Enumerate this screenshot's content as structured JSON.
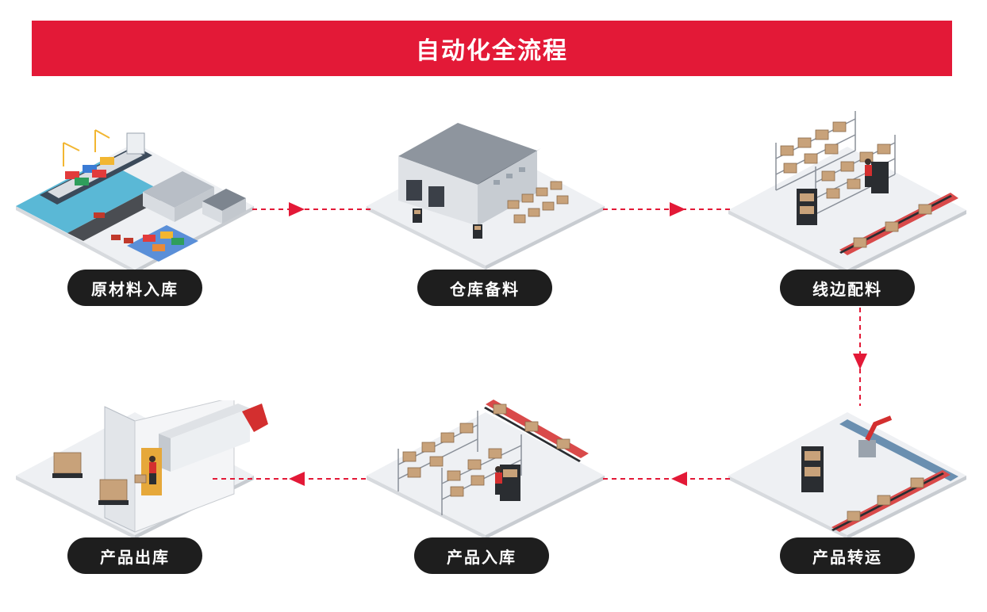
{
  "title": "自动化全流程",
  "colors": {
    "accent": "#e31937",
    "pill": "#1e1e1e",
    "platform": "#eef0f3",
    "box": "#c8a27a"
  },
  "stages": [
    {
      "id": "raw-material-inbound",
      "label": "原材料入库",
      "icon": "port-icon"
    },
    {
      "id": "warehouse-prep",
      "label": "仓库备料",
      "icon": "warehouse-icon"
    },
    {
      "id": "line-side-delivery",
      "label": "线边配料",
      "icon": "shelving-robot-icon"
    },
    {
      "id": "product-transfer",
      "label": "产品转运",
      "icon": "robot-arm-conveyor-icon"
    },
    {
      "id": "product-inbound",
      "label": "产品入库",
      "icon": "storage-conveyor-icon"
    },
    {
      "id": "product-outbound",
      "label": "产品出库",
      "icon": "truck-dock-icon"
    }
  ]
}
